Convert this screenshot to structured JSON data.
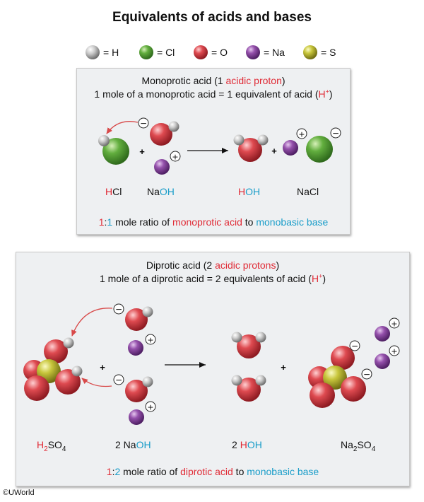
{
  "title": "Equivalents of acids and bases",
  "legend": [
    {
      "symbol": "H",
      "text": "= H",
      "color": "#b8b8b8"
    },
    {
      "symbol": "Cl",
      "text": "= Cl",
      "color": "#5aa63a"
    },
    {
      "symbol": "O",
      "text": "= O",
      "color": "#d9444a"
    },
    {
      "symbol": "Na",
      "text": "= Na",
      "color": "#8d4aa4"
    },
    {
      "symbol": "S",
      "text": "= S",
      "color": "#c4c23a"
    }
  ],
  "mono": {
    "header": {
      "pre": "Monoprotic acid (1 ",
      "red": "acidic proton",
      "post": ")"
    },
    "line2": {
      "pre": "1 mole of a monoprotic acid = 1 equivalent of acid (",
      "red": "H",
      "sup": "+",
      "post": ")"
    },
    "labels": {
      "hcl": {
        "red": "H",
        "rest": "Cl"
      },
      "naoh": {
        "pre": "Na",
        "blue": "OH"
      },
      "hoh": {
        "red": "H",
        "blue": "OH"
      },
      "nacl": "NaCl"
    },
    "ratio": {
      "a": "1",
      "colon": ":",
      "b": "1",
      "mid1": " mole ratio of ",
      "acid": "monoprotic acid",
      "mid2": " to ",
      "base": "monobasic base"
    },
    "plus1": "+",
    "plus2": "+"
  },
  "di": {
    "header": {
      "pre": "Diprotic acid (2 ",
      "red": "acidic protons",
      "post": ")"
    },
    "line2": {
      "pre": "1 mole of a diprotic acid = 2 equivalents of acid (",
      "red": "H",
      "sup": "+",
      "post": ")"
    },
    "labels": {
      "h2so4": {
        "red": "H",
        "sub1": "2",
        "rest": "SO",
        "sub2": "4"
      },
      "naoh": {
        "pre": "2 Na",
        "blue": "OH"
      },
      "hoh": {
        "pre": "2 ",
        "red": "H",
        "blue": "OH"
      },
      "na2so4": {
        "a": "Na",
        "sub1": "2",
        "b": "SO",
        "sub2": "4"
      }
    },
    "ratio": {
      "a": "1",
      "colon": ":",
      "b": "2",
      "mid1": " mole ratio of ",
      "acid": "diprotic acid",
      "mid2": " to ",
      "base": "monobasic base"
    },
    "plus1": "+",
    "plus2": "+"
  },
  "charges": {
    "minus": "−",
    "plus": "+"
  },
  "credit": "©UWorld"
}
